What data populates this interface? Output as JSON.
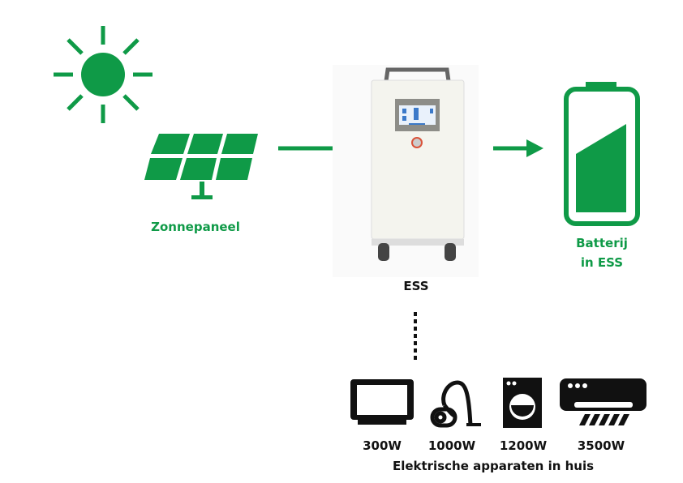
{
  "colors": {
    "accent": "#0f9a47",
    "icon": "#111111"
  },
  "solar": {
    "label": "Zonnepaneel",
    "icons": [
      "sun-icon",
      "solar-panel-icon"
    ]
  },
  "ess": {
    "label": "ESS"
  },
  "battery": {
    "label_line1": "Batterij",
    "label_line2": "in ESS"
  },
  "appliances": {
    "items": [
      {
        "icon": "tv-icon",
        "power": "300W"
      },
      {
        "icon": "vacuum-cleaner-icon",
        "power": "1000W"
      },
      {
        "icon": "washing-machine-icon",
        "power": "1200W"
      },
      {
        "icon": "air-conditioner-icon",
        "power": "3500W"
      }
    ],
    "caption": "Elektrische apparaten in huis"
  }
}
